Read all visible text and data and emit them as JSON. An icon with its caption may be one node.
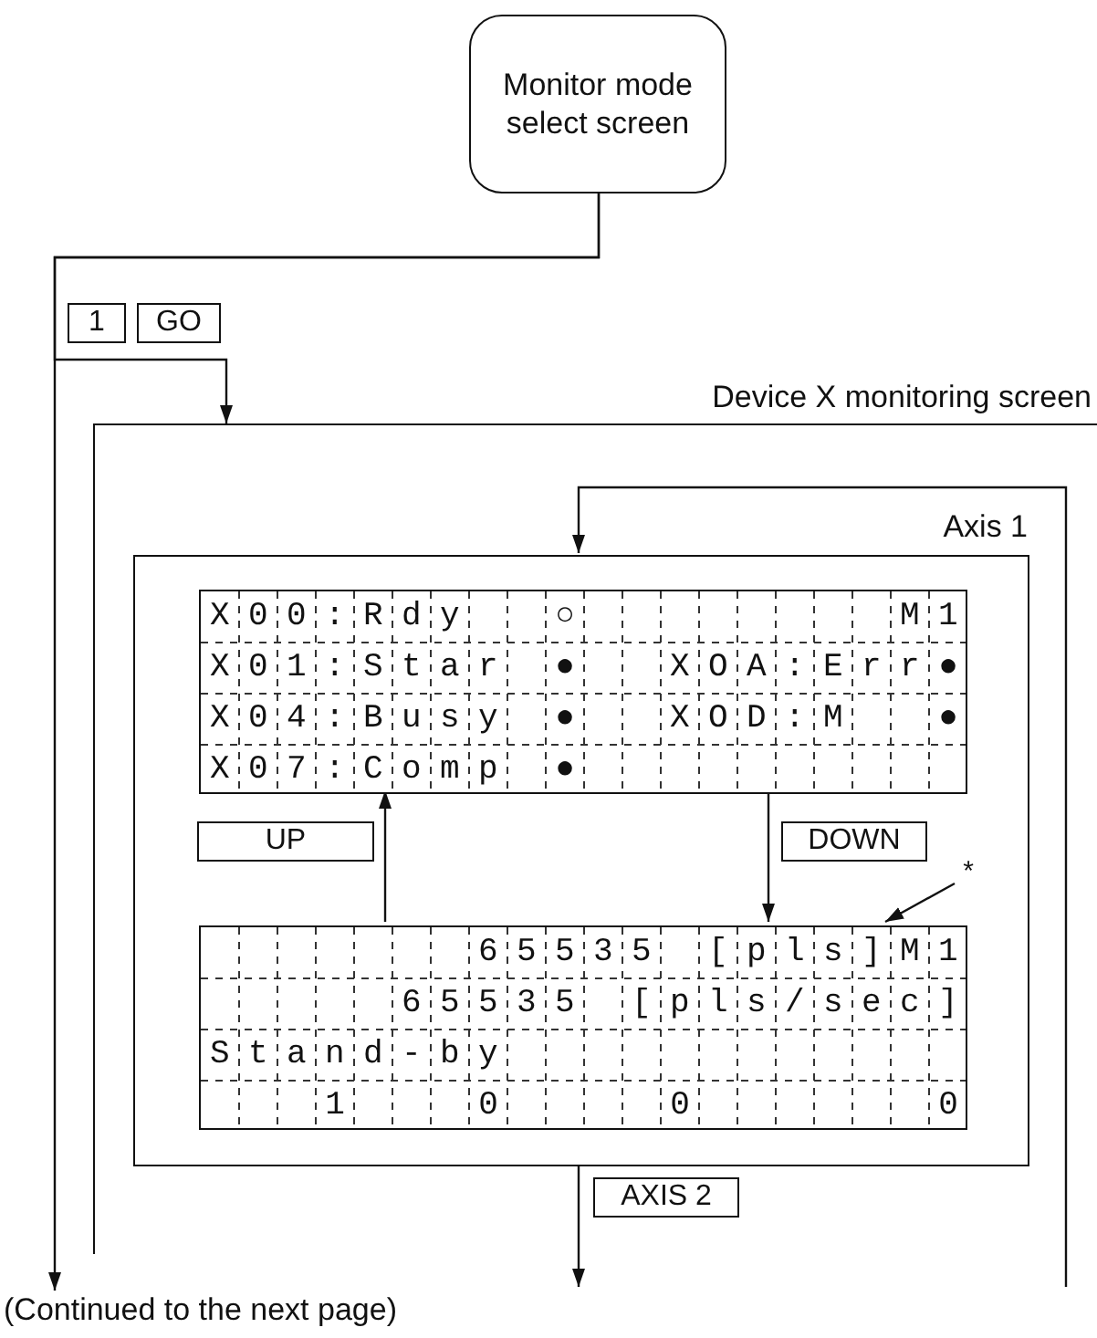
{
  "diagram": {
    "nodes": [
      {
        "text": [
          "Monitor mode select screen"
        ]
      },
      {
        "text": [
          "Device X monitoring screen"
        ]
      },
      {
        "text": [
          "Axis 1"
        ],
        "in": 1
      },
      {
        "text": [
          "X00:Rdy",
          "○",
          "M1",
          "X01:Star",
          "●",
          "XOA:Err",
          "●",
          "X04:Busy",
          "●",
          "XOD:M",
          "●",
          "X07:Comp",
          "●"
        ],
        "in": 2
      },
      {
        "text": [
          "65535",
          "[pls]",
          "M1",
          "65535",
          "[pls/sec]",
          "Stand-by",
          "1",
          "0",
          "0",
          "0"
        ],
        "in": 2
      },
      {
        "text": [
          "*"
        ],
        "in": 2
      },
      {
        "text": [
          "(Continued to the next page)"
        ]
      }
    ],
    "edges": [
      {
        "from": 0,
        "to": 1,
        "arrow": "to"
      },
      {
        "from": 0,
        "to": 6,
        "arrow": "to"
      },
      {
        "from": null,
        "to": 2,
        "arrow": "to"
      },
      {
        "from": 3,
        "to": 4,
        "arrow": "to",
        "label": "DOWN"
      },
      {
        "from": 4,
        "to": 3,
        "arrow": "to",
        "label": "UP"
      },
      {
        "from": 2,
        "to": null,
        "arrow": "to",
        "label": "AXIS 2"
      },
      {
        "from": 5,
        "to": 4,
        "arrow": "to"
      }
    ],
    "labels": [
      "1",
      "GO"
    ]
  }
}
